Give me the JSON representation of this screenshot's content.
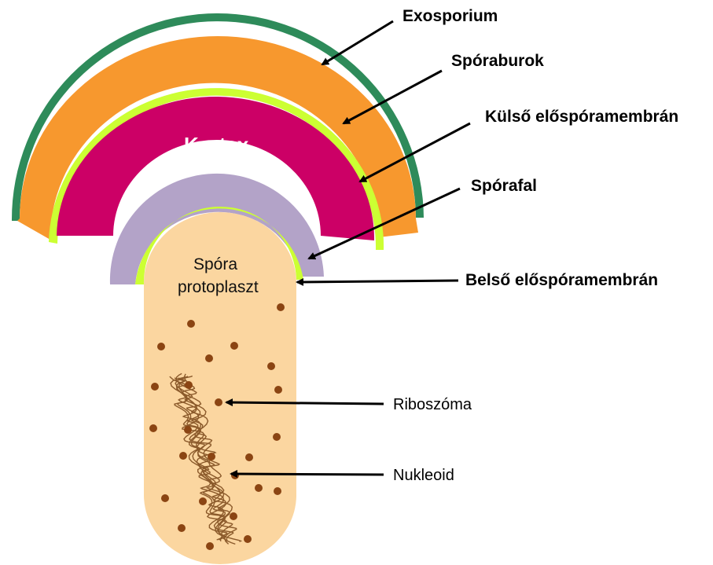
{
  "layers": {
    "exosporium": "Exosporium",
    "sporaburok": "Spóraburok",
    "kulso_membran": "Külső előspóramembrán",
    "kortex": "Kortex",
    "sporafal": "Spórafal",
    "belso_membran": "Belső előspóramembrán"
  },
  "protoplast": {
    "line1": "Spóra",
    "line2": "protoplaszt"
  },
  "contents": {
    "riboszoma": "Riboszóma",
    "nukleoid": "Nukleoid"
  },
  "colors": {
    "exosporium": "#2e8b5a",
    "sporaburok": "#f7982e",
    "kulso_membran": "#ccff33",
    "kortex": "#cc0066",
    "sporafal": "#b3a3c8",
    "belso_membran": "#ccff33",
    "protoplast": "#fbd6a0",
    "ribosome": "#8b4513",
    "nucleoid": "#8b5a2b"
  }
}
